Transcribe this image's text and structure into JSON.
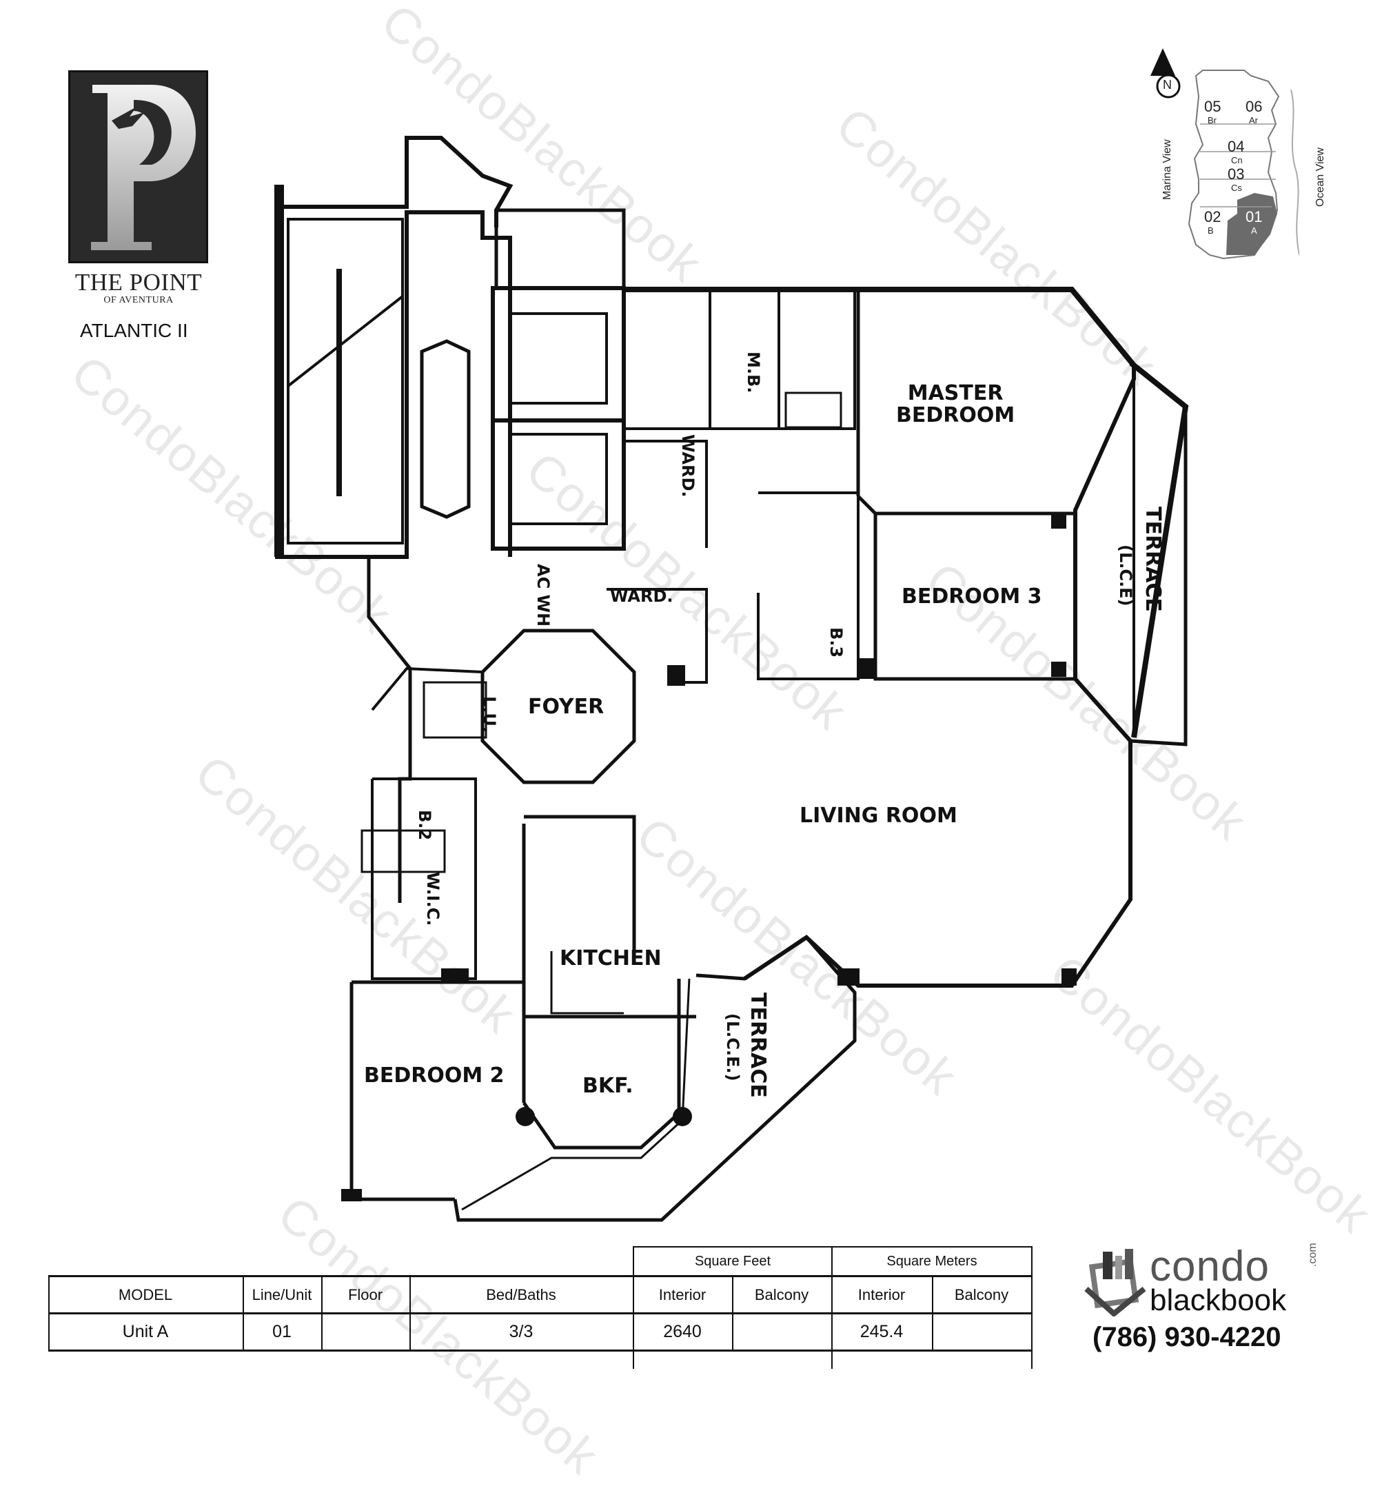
{
  "branding": {
    "name": "THE POINT",
    "sub": "OF AVENTURA",
    "building": "ATLANTIC II"
  },
  "rooms": {
    "master_bedroom": "MASTER\nBEDROOM",
    "bedroom3": "BEDROOM 3",
    "bedroom2": "BEDROOM 2",
    "living_room": "LIVING ROOM",
    "foyer": "FOYER",
    "kitchen": "KITCHEN",
    "bkf": "BKF.",
    "ward_upper": "WARD.",
    "ward_lower": "WARD.",
    "terrace_east": "TERRACE",
    "terrace_east_lce": "(L.C.E)",
    "terrace_south": "TERRACE",
    "terrace_south_lce": "(L.C.E.)",
    "mb": "M.B.",
    "b3": "B.3",
    "b2": "B.2",
    "wic": "W.I.C.",
    "ac_wh": "AC WH",
    "lu": "L.U."
  },
  "keyplan": {
    "north": "N",
    "marina_view": "Marina View",
    "ocean_view": "Ocean View",
    "units": [
      {
        "num": "05",
        "code": "Br"
      },
      {
        "num": "06",
        "code": "Ar"
      },
      {
        "num": "04",
        "code": "Cn"
      },
      {
        "num": "03",
        "code": "Cs"
      },
      {
        "num": "02",
        "code": "B"
      },
      {
        "num": "01",
        "code": "A"
      }
    ]
  },
  "table": {
    "group_headers": [
      "Square Feet",
      "Square Meters"
    ],
    "headers": [
      "MODEL",
      "Line/Unit",
      "Floor",
      "Bed/Baths",
      "Interior",
      "Balcony",
      "Interior",
      "Balcony"
    ],
    "row": [
      "Unit A",
      "01",
      "",
      "3/3",
      "2640",
      "",
      "245.4",
      ""
    ]
  },
  "contact": {
    "brand_condo": "condo",
    "brand_blackbook": "blackbook",
    "brand_com": ".com",
    "phone": "(786) 930-4220"
  },
  "watermark": "CondoBlackBook",
  "colors": {
    "wall": "#111111",
    "highlight_unit": "#6b6b6b",
    "watermark": "#d0d0d0"
  }
}
